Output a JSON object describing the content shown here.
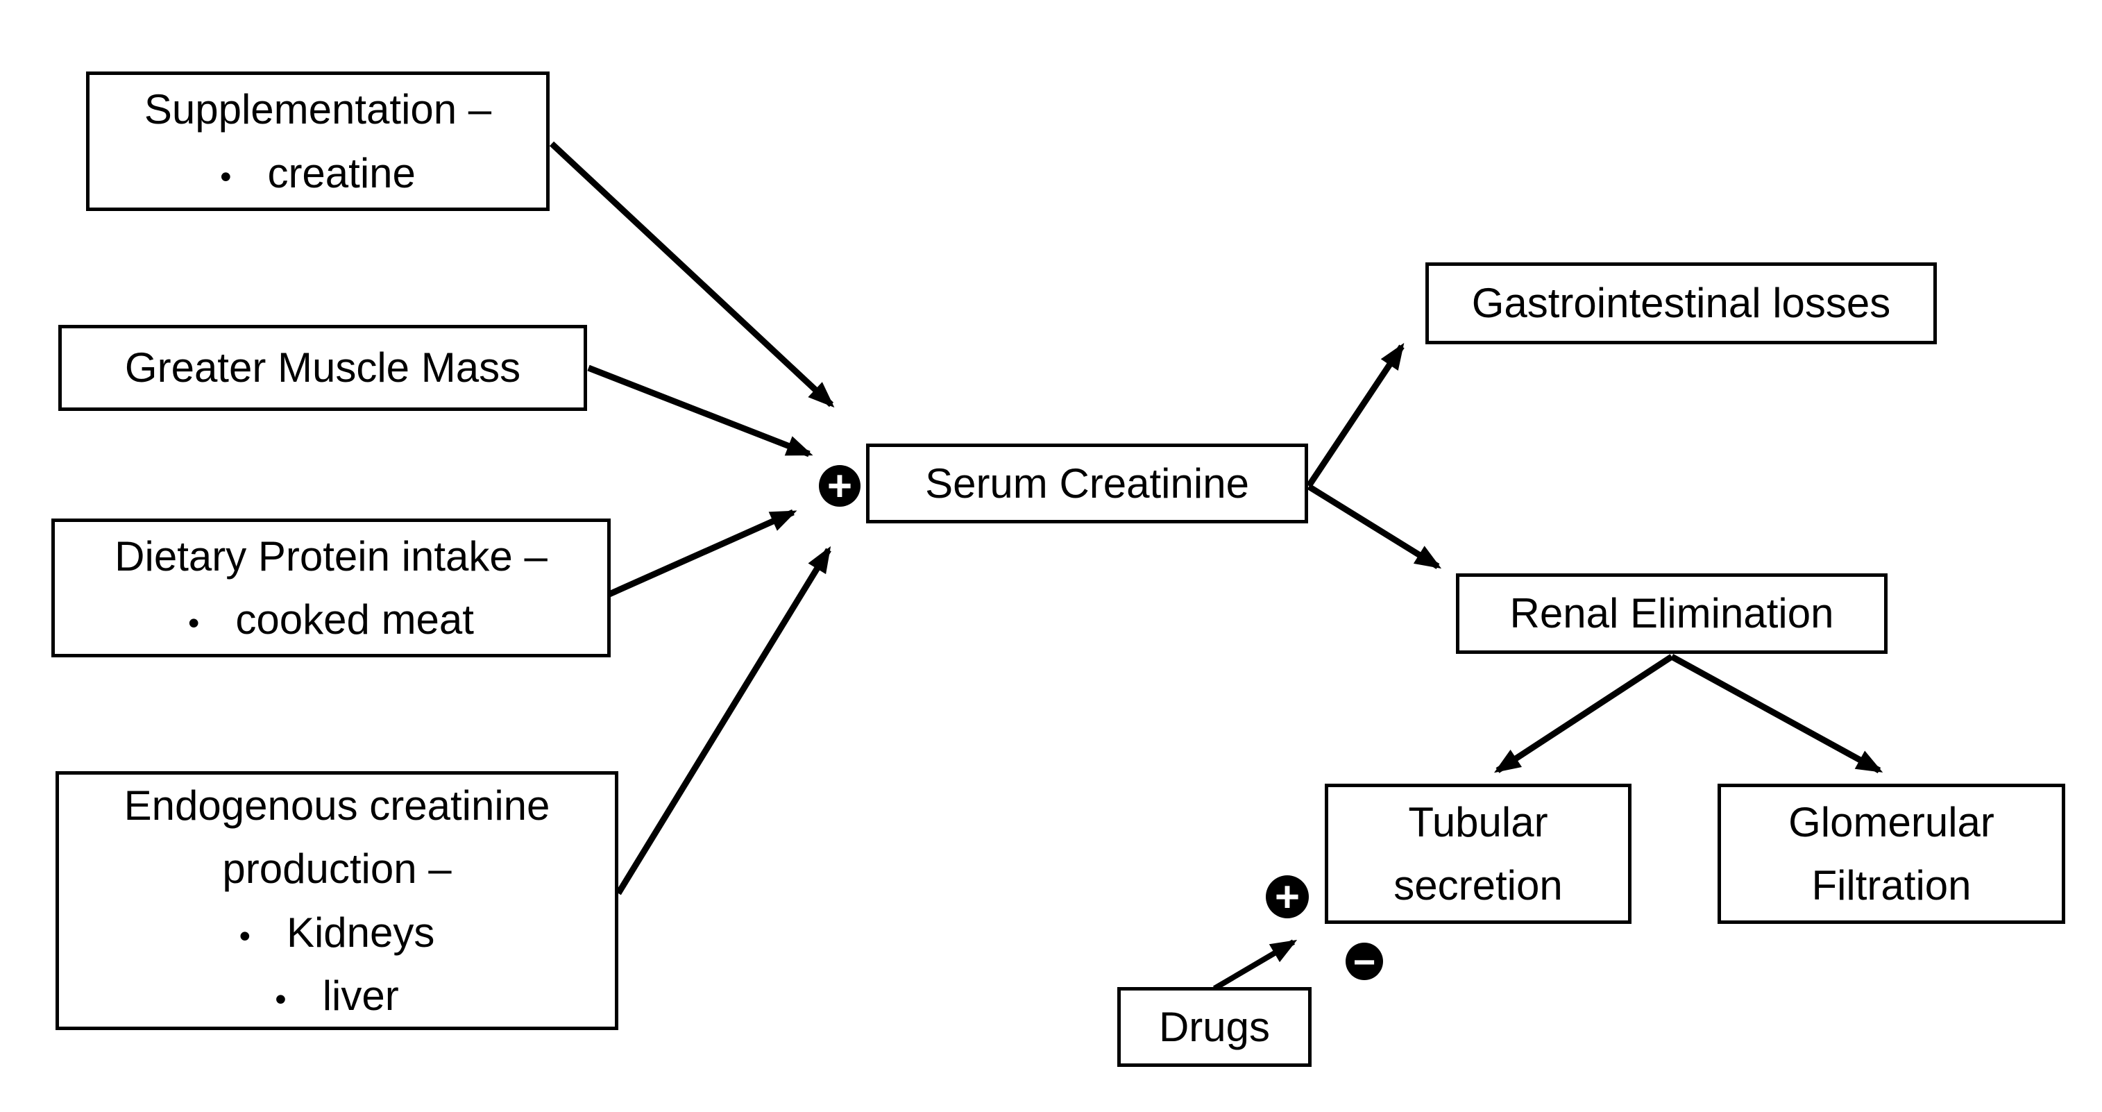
{
  "colors": {
    "background": "#ffffff",
    "ink": "#000000"
  },
  "nodes": {
    "supplementation": {
      "title": "Supplementation –",
      "bullets": [
        "creatine"
      ]
    },
    "greater_muscle_mass": {
      "title": "Greater Muscle Mass"
    },
    "dietary_protein": {
      "title": "Dietary Protein intake –",
      "bullets": [
        "cooked meat"
      ]
    },
    "endogenous_production": {
      "line1": "Endogenous creatinine",
      "line2": "production –",
      "bullets": [
        "Kidneys",
        "liver"
      ]
    },
    "serum_creatinine": {
      "title": "Serum Creatinine"
    },
    "gastrointestinal_losses": {
      "title": "Gastrointestinal losses"
    },
    "renal_elimination": {
      "title": "Renal Elimination"
    },
    "tubular_secretion": {
      "line1": "Tubular",
      "line2": "secretion"
    },
    "glomerular_filtration": {
      "line1": "Glomerular",
      "line2": "Filtration"
    },
    "drugs": {
      "title": "Drugs"
    }
  },
  "badges": {
    "serum_influx_plus": "+",
    "drugs_stimulation_plus": "+",
    "drugs_inhibition_minus": "−"
  },
  "edges": [
    {
      "from": "supplementation",
      "to": "serum_creatinine",
      "effect": "+"
    },
    {
      "from": "greater_muscle_mass",
      "to": "serum_creatinine",
      "effect": "+"
    },
    {
      "from": "dietary_protein",
      "to": "serum_creatinine",
      "effect": "+"
    },
    {
      "from": "endogenous_production",
      "to": "serum_creatinine",
      "effect": "+"
    },
    {
      "from": "serum_creatinine",
      "to": "gastrointestinal_losses"
    },
    {
      "from": "serum_creatinine",
      "to": "renal_elimination"
    },
    {
      "from": "renal_elimination",
      "to": "tubular_secretion"
    },
    {
      "from": "renal_elimination",
      "to": "glomerular_filtration"
    },
    {
      "from": "drugs",
      "to": "tubular_secretion",
      "effect": "+/−"
    }
  ]
}
